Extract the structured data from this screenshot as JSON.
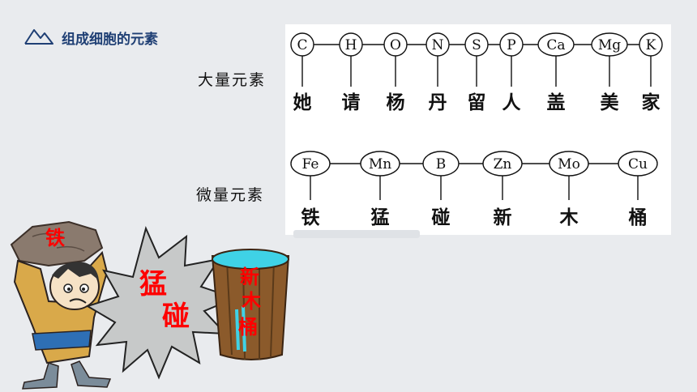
{
  "slide": {
    "title": "组成细胞的元素",
    "icon": "mountain-outline-icon"
  },
  "diagram": {
    "macro": {
      "label": "大量元素",
      "symbols": [
        "C",
        "H",
        "O",
        "N",
        "S",
        "P",
        "Ca",
        "Mg",
        "K"
      ],
      "mnemonic": [
        "她",
        "请",
        "杨",
        "丹",
        "留",
        "人",
        "盖",
        "美",
        "家"
      ]
    },
    "micro": {
      "label": "微量元素",
      "symbols": [
        "Fe",
        "Mn",
        "B",
        "Zn",
        "Mo",
        "Cu"
      ],
      "mnemonic": [
        "铁",
        "猛",
        "碰",
        "新",
        "木",
        "桶"
      ]
    }
  },
  "cartoon": {
    "rock_label": "铁",
    "burst_words": [
      "猛",
      "碰"
    ],
    "bucket_words": [
      "新",
      "木",
      "桶"
    ],
    "colors": {
      "text_red": "#ff0000",
      "burst_fill": "#c7c9c9",
      "bucket_wood": "#8b5a2b",
      "water": "#3fd2e6"
    }
  },
  "colors": {
    "title": "#1f3f74",
    "background": "#e9ebee"
  }
}
